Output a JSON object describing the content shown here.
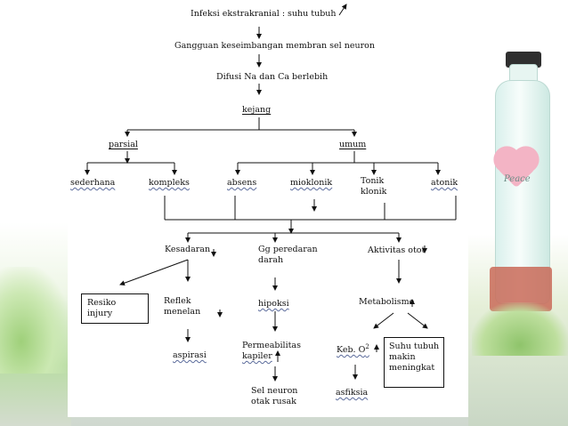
{
  "diagram": {
    "nodes": {
      "infeksi": "Infeksi ekstrakranial : suhu tubuh",
      "gangguan": "Gangguan keseimbangan membran sel neuron",
      "difusi": "Difusi Na dan Ca berlebih",
      "kejang": "kejang",
      "parsial": "parsial",
      "umum": "umum",
      "sederhana": "sederhana",
      "kompleks": "kompleks",
      "absens": "absens",
      "mioklonik": "mioklonik",
      "tonik_klonik_1": "Tonik",
      "tonik_klonik_2": "klonik",
      "atonik": "atonik",
      "kesadaran": "Kesadaran",
      "gg_peredaran_1": "Gg peredaran",
      "gg_peredaran_2": "darah",
      "aktivitas_otot": "Aktivitas otot",
      "resiko_1": "Resiko",
      "resiko_2": "injury",
      "reflek_1": "Reflek",
      "reflek_2": "menelan",
      "hipoksi": "hipoksi",
      "metabolisme": "Metabolisme",
      "aspirasi": "aspirasi",
      "permeabilitas_1": "Permeabilitas",
      "permeabilitas_2": "kapiler",
      "keb_o2": "Keb. O",
      "keb_o2_sup": "2",
      "suhu_1": "Suhu tubuh",
      "suhu_2": "makin",
      "suhu_3": "meningkat",
      "sel_neuron_1": "Sel neuron",
      "sel_neuron_2": "otak rusak",
      "asfiksia": "asfiksia"
    },
    "decor": {
      "bottle_label": "Peace"
    }
  }
}
